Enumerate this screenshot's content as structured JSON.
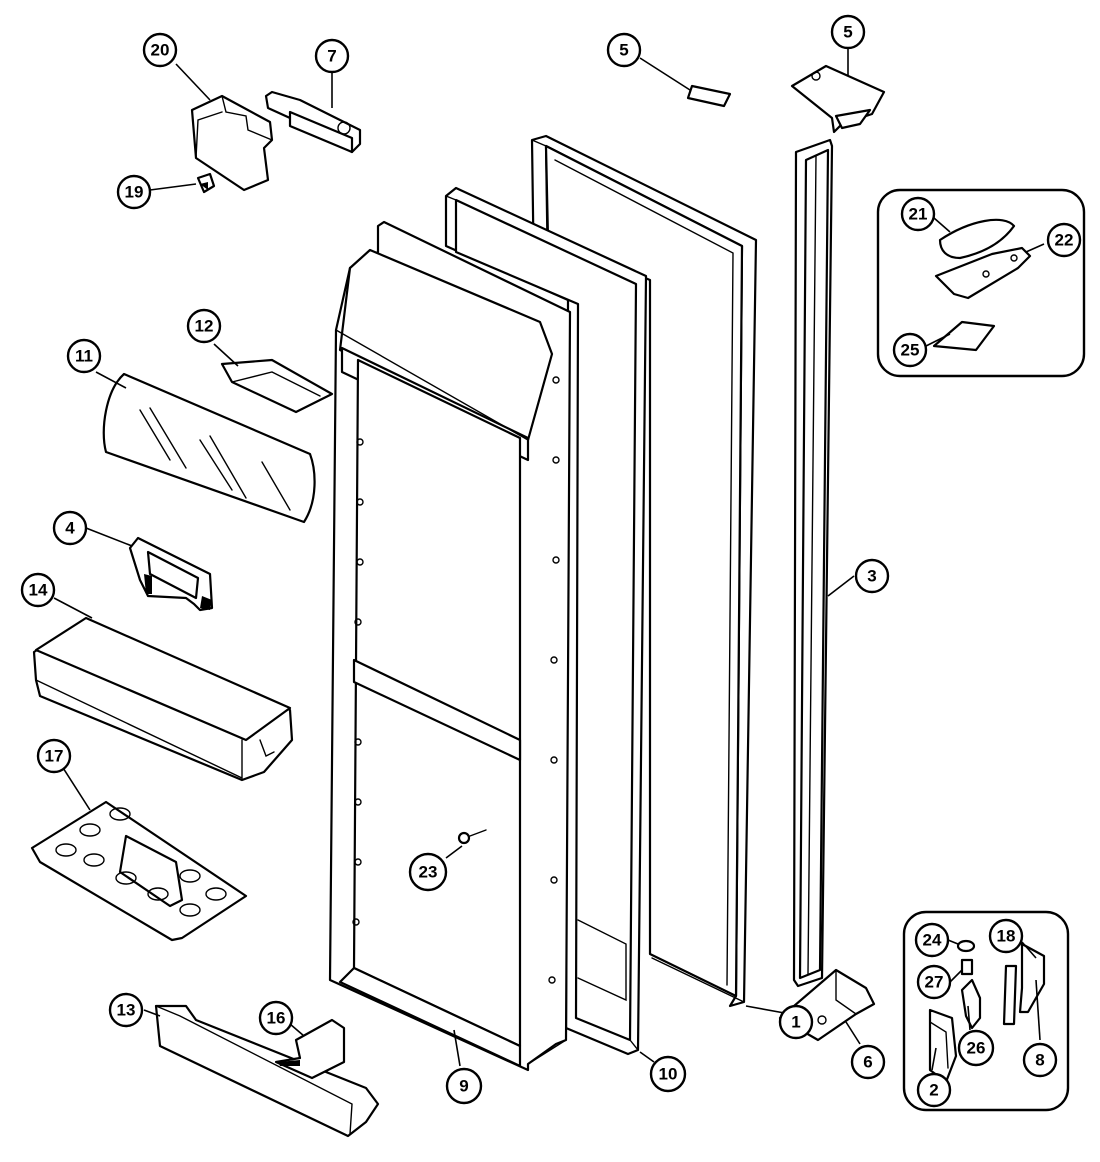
{
  "callouts": [
    {
      "id": "c20",
      "label": "20"
    },
    {
      "id": "c7",
      "label": "7"
    },
    {
      "id": "c19",
      "label": "19"
    },
    {
      "id": "c5a",
      "label": "5"
    },
    {
      "id": "c5b",
      "label": "5"
    },
    {
      "id": "c21",
      "label": "21"
    },
    {
      "id": "c22",
      "label": "22"
    },
    {
      "id": "c25",
      "label": "25"
    },
    {
      "id": "c12",
      "label": "12"
    },
    {
      "id": "c11",
      "label": "11"
    },
    {
      "id": "c4",
      "label": "4"
    },
    {
      "id": "c14",
      "label": "14"
    },
    {
      "id": "c3",
      "label": "3"
    },
    {
      "id": "c17",
      "label": "17"
    },
    {
      "id": "c23",
      "label": "23"
    },
    {
      "id": "c24",
      "label": "24"
    },
    {
      "id": "c18",
      "label": "18"
    },
    {
      "id": "c27",
      "label": "27"
    },
    {
      "id": "c13",
      "label": "13"
    },
    {
      "id": "c16",
      "label": "16"
    },
    {
      "id": "c1",
      "label": "1"
    },
    {
      "id": "c6",
      "label": "6"
    },
    {
      "id": "c26",
      "label": "26"
    },
    {
      "id": "c8",
      "label": "8"
    },
    {
      "id": "c9",
      "label": "9"
    },
    {
      "id": "c10",
      "label": "10"
    },
    {
      "id": "c2",
      "label": "2"
    }
  ]
}
